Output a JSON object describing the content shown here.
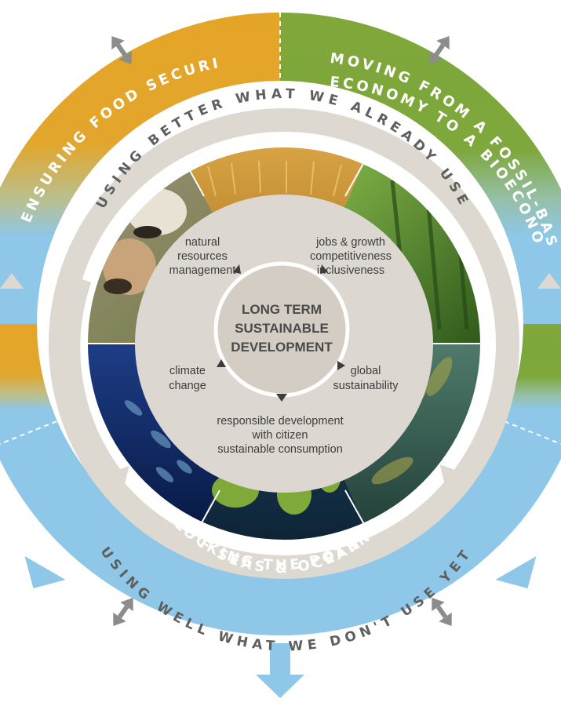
{
  "outer_ring": {
    "top_left": "ENSURING FOOD SECURITY",
    "top_right_line1": "MOVING FROM A FOSSIL-BASED",
    "top_right_line2": "ECONOMY TO A BIOECONOMY",
    "bottom_line1": "UNLOCKING THE POTENTIAL",
    "bottom_line2": "OF SEAS & OCEANS"
  },
  "inner_ring": {
    "top": "USING BETTER WHAT WE ALREADY USE",
    "bottom": "USING WELL WHAT WE DON'T USE YET"
  },
  "center": {
    "line1": "LONG TERM",
    "line2": "SUSTAINABLE",
    "line3": "DEVELOPMENT"
  },
  "labels": {
    "natural_resources": [
      "natural",
      "resources",
      "management"
    ],
    "jobs_growth": [
      "jobs & growth",
      "competitiveness",
      "inclusiveness"
    ],
    "climate": [
      "climate",
      "change"
    ],
    "global": [
      "global",
      "sustainability"
    ],
    "responsible": [
      "responsible development",
      "with citizen",
      "sustainable consumption"
    ]
  },
  "photos": [
    "wheat-field-photo",
    "forest-photo",
    "kelp-photo",
    "coral-photo",
    "fish-photo",
    "cows-photo"
  ],
  "colors": {
    "food_security": "#e2a52a",
    "bioeconomy": "#7ea63a",
    "seas_oceans": "#8ec7e8",
    "inner_ring": "#ddd8d0",
    "arrow_grey": "#8c8c8c"
  }
}
